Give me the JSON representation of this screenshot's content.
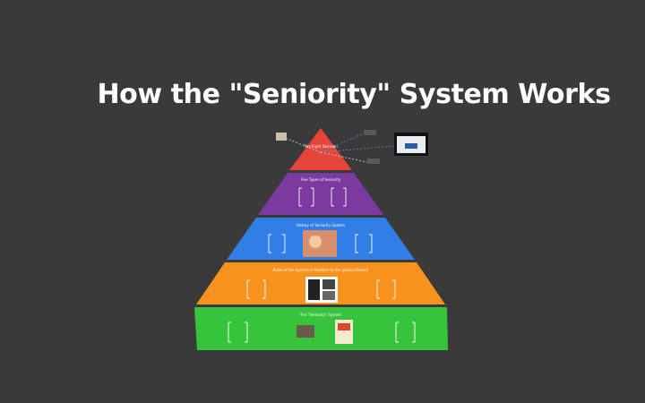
{
  "title": "How the \"Seniority\" System Works",
  "tiers": [
    {
      "label": "The Right Decision",
      "color": "#e4453a"
    },
    {
      "label": "Five Types of Seniority",
      "color": "#7b3aa0"
    },
    {
      "label": "History of Seniority System",
      "color": "#2f7fe6"
    },
    {
      "label": "Rules of the System in Relation to the Judicial Branch",
      "color": "#f7921e"
    },
    {
      "label": "The \"Seniority\" System",
      "color": "#37c43d"
    }
  ],
  "colors": {
    "background": "#3a3a3a",
    "text": "#ffffff"
  }
}
